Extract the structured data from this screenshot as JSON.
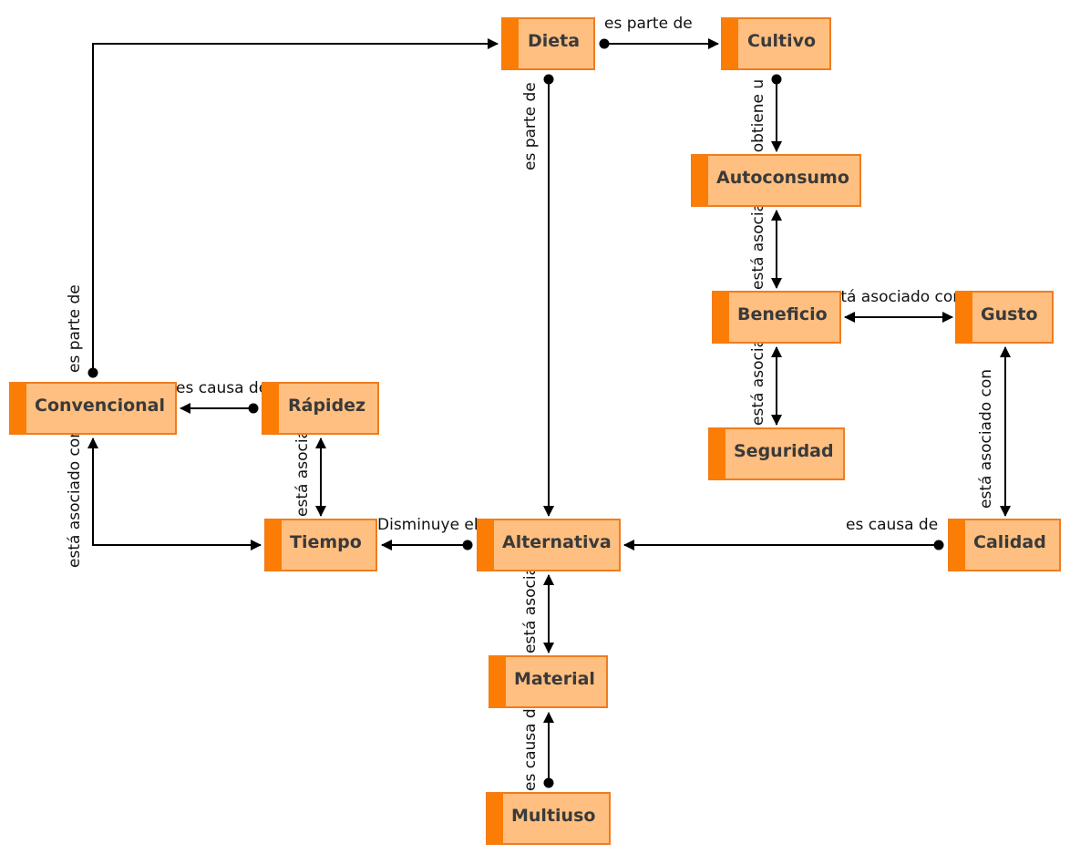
{
  "colors": {
    "node_fill": "#ffbf80",
    "node_border": "#f07c1e",
    "node_accent": "#fb7d05",
    "edge": "#000000"
  },
  "nodes": {
    "dieta": "Dieta",
    "cultivo": "Cultivo",
    "autoconsumo": "Autoconsumo",
    "beneficio": "Beneficio",
    "gusto": "Gusto",
    "seguridad": "Seguridad",
    "convencional": "Convencional",
    "rapidez": "Rápidez",
    "tiempo": "Tiempo",
    "alternativa": "Alternativa",
    "calidad": "Calidad",
    "material": "Material",
    "multiuso": "Multiuso"
  },
  "edges": {
    "dieta_cultivo": "es parte de",
    "dieta_alternativa": "es parte de",
    "cultivo_autoconsumo": "se obtiene u",
    "autoconsumo_beneficio": "está asociado",
    "beneficio_gusto": "está asociado con",
    "beneficio_seguridad": "está asociado",
    "gusto_calidad": "está asociado con",
    "convencional_dieta": "es parte de",
    "rapidez_convencional": "es causa de",
    "convencional_tiempo": "está asociado con",
    "rapidez_tiempo": "está asociado",
    "alternativa_tiempo": "Disminuye el",
    "calidad_alternativa": "es causa de",
    "alternativa_material": "está asociado",
    "multiuso_material": "es causa de"
  }
}
